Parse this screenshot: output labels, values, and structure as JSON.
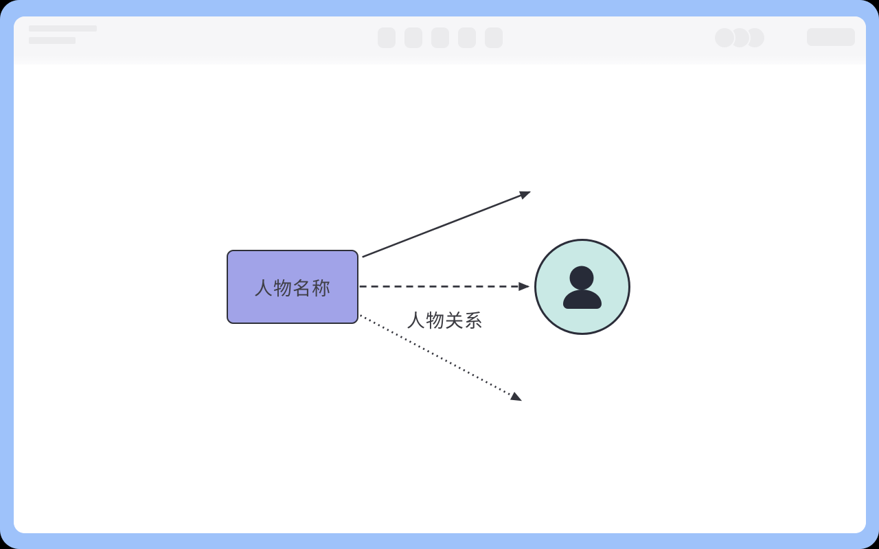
{
  "window": {
    "frame_color": "#9ec2fa",
    "chrome_color": "#f6f6f8",
    "placeholder_color": "#ebebed",
    "canvas_color": "#ffffff",
    "toolbar": {
      "title_lines": 2,
      "center_button_count": 5,
      "avatar_count": 3,
      "action_button_count": 1
    }
  },
  "diagram": {
    "nodes": {
      "person_name": {
        "label": "人物名称",
        "shape": "rounded-rectangle",
        "fill": "#a1a3e8",
        "border_color": "#2f3039"
      },
      "person_avatar": {
        "shape": "circle",
        "fill": "#c9e9e5",
        "border_color": "#2b2d39",
        "icon": "person-icon",
        "icon_color": "#272b38"
      }
    },
    "edges": {
      "color": "#33343c",
      "items": [
        {
          "style": "solid",
          "direction": "up-right"
        },
        {
          "style": "dashed",
          "direction": "right",
          "label": "人物关系"
        },
        {
          "style": "dotted",
          "direction": "down-right"
        }
      ]
    },
    "relation_label": "人物关系",
    "label_color": "#3a3a40"
  }
}
